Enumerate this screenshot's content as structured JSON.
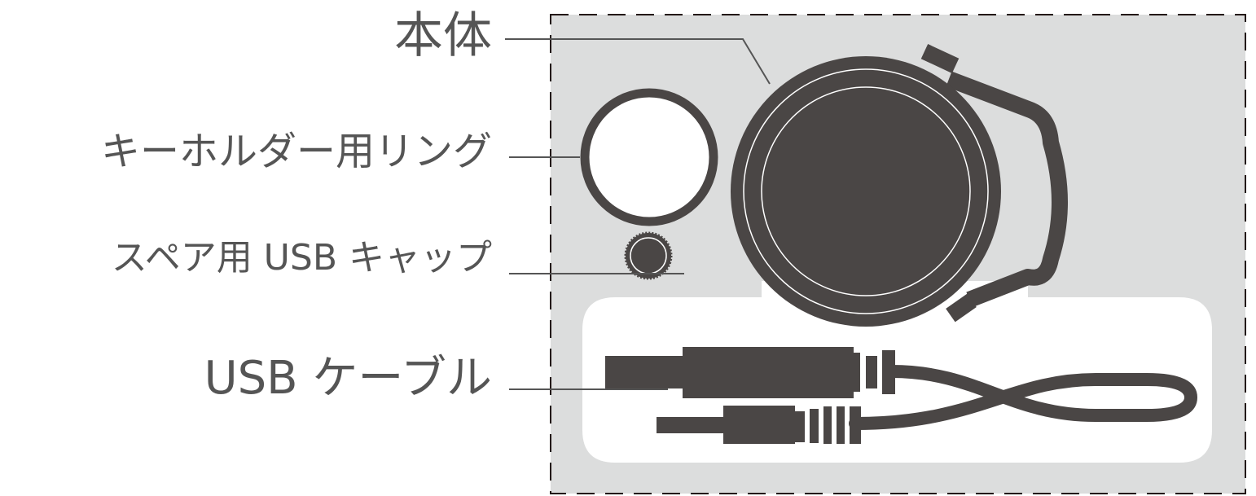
{
  "labels": {
    "body": "本体",
    "keyholder_ring": "キーホルダー用リング",
    "spare_usb_cap": "スペア用 USB キャップ",
    "usb_cable": "USB ケーブル"
  },
  "colors": {
    "tray": "#dcdddd",
    "device": "#4a4645",
    "cutout": "#ffffff",
    "border": "#231815",
    "leader": "#555555",
    "text": "#555555"
  }
}
